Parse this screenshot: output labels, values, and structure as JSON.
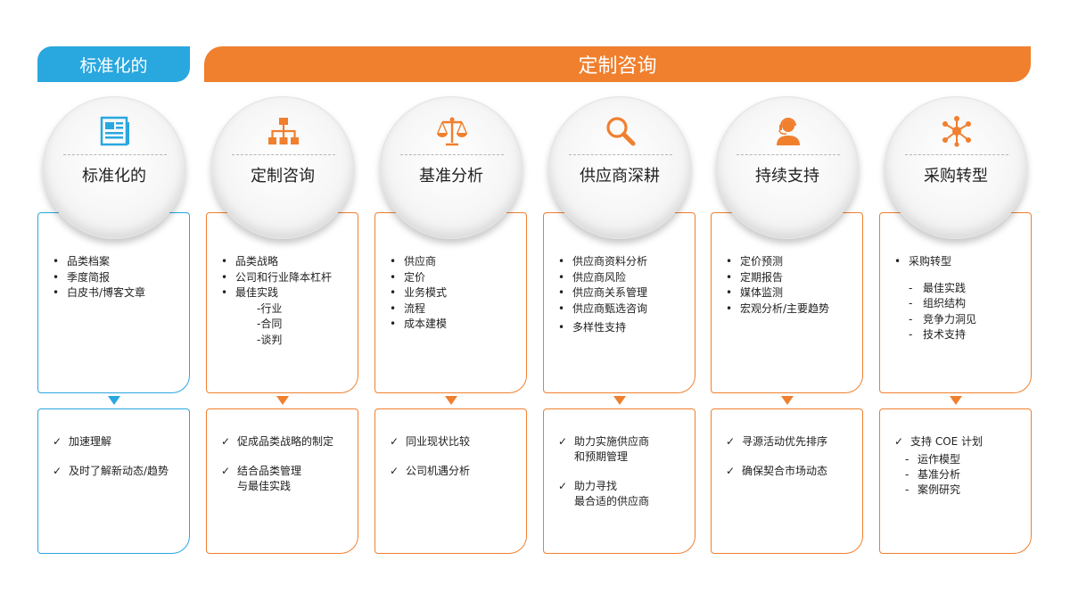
{
  "banners": {
    "standardized": "标准化的",
    "custom": "定制咨询"
  },
  "colors": {
    "blue": "#29a7df",
    "orange": "#f07f2e"
  },
  "columns": [
    {
      "title": "标准化的",
      "icon": "newspaper-icon",
      "items": [
        "品类档案",
        "季度简报",
        "白皮书/博客文章"
      ],
      "results": [
        "加速理解",
        "及时了解新动态/趋势"
      ]
    },
    {
      "title": "定制咨询",
      "icon": "org-chart-icon",
      "items": [
        "品类战略",
        "公司和行业降本杠杆",
        "最佳实践"
      ],
      "sub_items": [
        "-行业",
        "-合同",
        "-谈判"
      ],
      "results": [
        "促成品类战略的制定",
        "结合品类管理\n与最佳实践"
      ]
    },
    {
      "title": "基准分析",
      "icon": "scale-icon",
      "items": [
        "供应商",
        "定价",
        "业务模式",
        "流程",
        "成本建模"
      ],
      "results": [
        "同业现状比较",
        "公司机遇分析"
      ]
    },
    {
      "title": "供应商深耕",
      "icon": "magnifier-icon",
      "items": [
        "供应商资料分析",
        "供应商风险",
        "供应商关系管理",
        "供应商甄选咨询",
        "多样性支持"
      ],
      "results": [
        "助力实施供应商\n和预期管理",
        "助力寻找\n最合适的供应商"
      ]
    },
    {
      "title": "持续支持",
      "icon": "support-agent-icon",
      "items": [
        "定价预测",
        "定期报告",
        "媒体监测",
        "宏观分析/主要趋势"
      ],
      "results": [
        "寻源活动优先排序",
        "确保契合市场动态"
      ]
    },
    {
      "title": "采购转型",
      "icon": "network-icon",
      "items": [
        "采购转型"
      ],
      "sub_items": [
        "最佳实践",
        "组织结构",
        "竞争力洞见",
        "技术支持"
      ],
      "results": [
        "支持 COE 计划"
      ],
      "result_sub_items": [
        "运作模型",
        "基准分析",
        "案例研究"
      ]
    }
  ]
}
